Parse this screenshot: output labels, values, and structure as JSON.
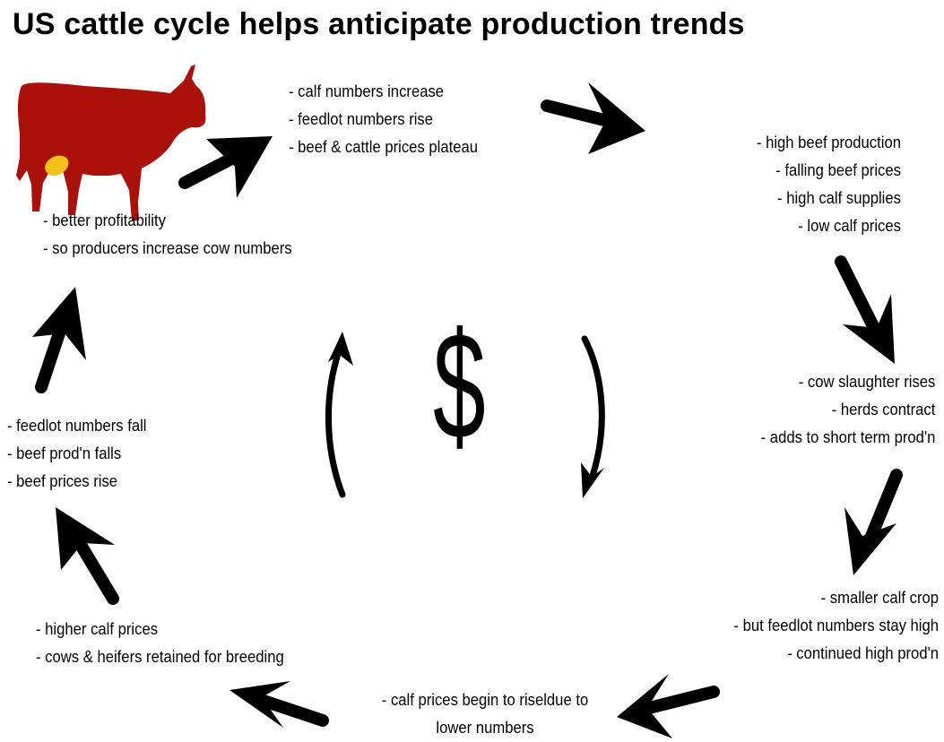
{
  "title": "US cattle cycle helps anticipate production trends",
  "center_symbol": "$",
  "notes": {
    "calf_numbers": [
      "- calf numbers increase",
      "- feedlot numbers rise",
      "- beef & cattle prices plateau"
    ],
    "high_production": [
      "- high beef production",
      "- falling beef prices",
      "- high calf supplies",
      "- low calf prices"
    ],
    "cow_slaughter": [
      "- cow slaughter rises",
      "- herds contract",
      "- adds to short term prod'n"
    ],
    "smaller_calf_crop": [
      "- smaller calf crop",
      "- but feedlot numbers stay high",
      "- continued high prod'n"
    ],
    "calf_prices_rise": [
      "-  calf prices begin to riseldue to",
      "lower numbers"
    ],
    "higher_calf_prices": [
      "- higher calf prices",
      "- cows & heifers retained for breeding"
    ],
    "feedlot_fall": [
      "- feedlot numbers fall",
      "- beef prod'n falls",
      "- beef prices rise"
    ],
    "profitability": [
      "- better profitability",
      "- so producers increase cow numbers"
    ]
  },
  "colors": {
    "cow_body": "#a8120a",
    "cow_udder": "#f2c21a",
    "arrows": "#000000"
  },
  "icons": [
    "cow-illustration",
    "arrow-icon",
    "curved-arrow-icon",
    "dollar-sign"
  ]
}
